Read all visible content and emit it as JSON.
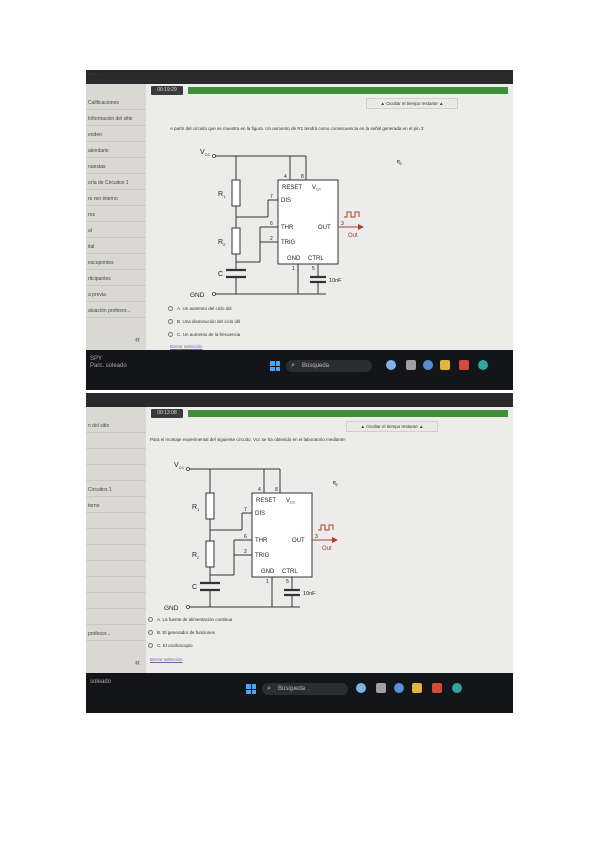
{
  "shots": [
    {
      "tab_text": "·  ·  ·",
      "tab_red": "",
      "timer": "00:19:29",
      "hide_timer_button": "▲ Ocultar el tiempo restante ▲",
      "question": "A partir del circuito que se muestra en la figura. Un aumento de R1 tendrá como consecuencia en la señal generada en el pin 3:",
      "sidebar": [
        "Calificaciones",
        "Información del sitio",
        "endeo",
        "alendario",
        "nuestas",
        "oría de Circuitos 1",
        "ro reo interno",
        "ros",
        "al",
        "ital",
        "escupontes",
        "rticipantes",
        "a previa",
        "aluación profesor..."
      ],
      "options": [
        "A. Un aumento del ciclo útil",
        "B. Una disminución del ciclo útil",
        "C. Un aumento de la frecuencia"
      ],
      "clear_choice": "Borrar selección",
      "taskbar_left": [
        "SPY",
        "Parc. soleado"
      ],
      "search_label": "Búsqueda"
    },
    {
      "tab_text": "",
      "tab_red": "",
      "timer": "00:13:08",
      "hide_timer_button": "▲ Ocultar el tiempo restante ▲",
      "question": "Para el montaje experimental del siguiente circuito, Vcc se ha obtenido en el laboratorio mediante:",
      "sidebar": [
        "n del sitio",
        "",
        "",
        "",
        "Circuitos 1",
        "terno",
        "",
        "",
        "",
        "",
        "",
        "",
        "",
        "profesor..."
      ],
      "options": [
        "A. La fuente de alimentación continua",
        "B. El generador de funciones",
        "C. El osciloscopio"
      ],
      "clear_choice": "Borrar selección",
      "taskbar_left": [
        "",
        "soleado"
      ],
      "search_label": "Búsqueda"
    }
  ],
  "circuit": {
    "vcc": "V",
    "vcc_sub": "CC",
    "r1": "R",
    "r1_sub": "1",
    "r2": "R",
    "r2_sub": "2",
    "c": "C",
    "gnd": "GND",
    "reset": "RESET",
    "vcc_pin": "V",
    "vcc_pin_sub": "CC",
    "dis": "DIS",
    "thr": "THR",
    "trig": "TRIG",
    "out": "OUT",
    "gnd_pin": "GND",
    "ctrl": "CTRL",
    "out_label": "Out",
    "cap": "10nF",
    "pin_numbers": [
      "4",
      "8",
      "7",
      "6",
      "2",
      "1",
      "5",
      "3"
    ]
  },
  "colors": {
    "wire": "#333333",
    "output": "#b03a2e",
    "progress": "#3f8f3a"
  }
}
